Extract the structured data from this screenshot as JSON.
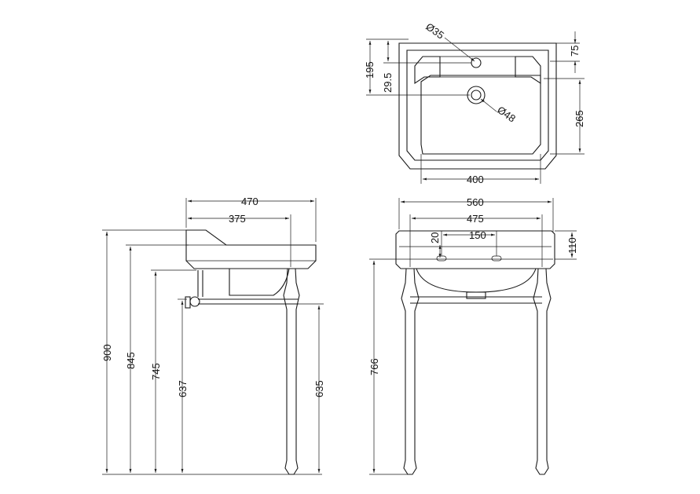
{
  "dimensions": {
    "top_view": {
      "tap_hole_diameter": "Ø35",
      "waste_hole_diameter": "Ø48",
      "back_depth": "195",
      "tap_offset": "29.5",
      "back_ledge": "75",
      "bowl_depth": "265",
      "bowl_width": "400"
    },
    "side_view": {
      "total_depth": "470",
      "tap_depth": "375",
      "total_height": "900",
      "rim_height": "845",
      "underside_height": "745",
      "rail_height": "637",
      "leg_height": "635"
    },
    "front_view": {
      "total_width": "560",
      "leg_centres": "475",
      "tap_centres": "150",
      "overflow_drop": "20",
      "basin_thickness": "110",
      "stand_height": "766"
    }
  }
}
